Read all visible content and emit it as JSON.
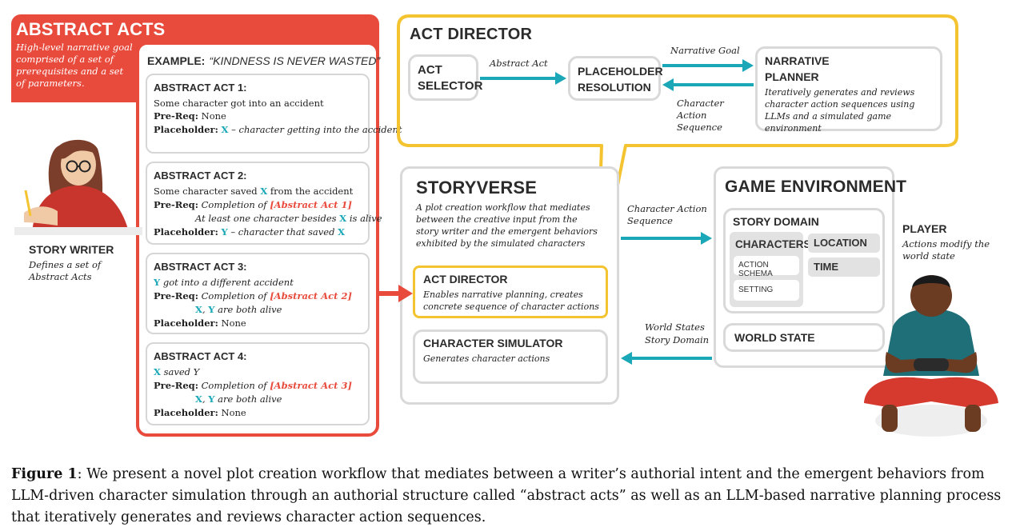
{
  "abstract_acts": {
    "title": "ABSTRACT ACTS",
    "description": "High-level narrative goal comprised of a set of prerequisites and a set of parameters.",
    "example_label": "EXAMPLE:",
    "example_value": "“KINDNESS IS NEVER WASTED”",
    "story_writer_label": "STORY WRITER",
    "story_writer_desc": "Defines a set of Abstract Acts",
    "acts": [
      {
        "title": "ABSTRACT ACT 1:",
        "line1_pre": "",
        "line1_var": "",
        "line1_post": "Some character got into an accident",
        "prereq_label": "Pre-Req:",
        "prereq_pre": "None",
        "prereq_ref": "",
        "prereq_post": "",
        "prereq2_var1": "",
        "prereq2_sep": "",
        "prereq2_var2": "",
        "prereq2_post": "",
        "placeholder_label": "Placeholder:",
        "placeholder_var": "X",
        "placeholder_text": " – character getting into the accident",
        "placeholder_var2": ""
      },
      {
        "title": "ABSTRACT ACT 2:",
        "line1_pre": "Some character saved ",
        "line1_var": "X",
        "line1_post": " from the accident",
        "prereq_label": "Pre-Req:",
        "prereq_pre": "Completion of ",
        "prereq_ref": "[Abstract Act 1]",
        "prereq_post": "",
        "prereq2_var1": "",
        "prereq2_sep": "At least one character besides ",
        "prereq2_var2": "X",
        "prereq2_post": " is alive",
        "placeholder_label": "Placeholder:",
        "placeholder_var": "Y",
        "placeholder_text": " – character that saved ",
        "placeholder_var2": "X"
      },
      {
        "title": "ABSTRACT ACT 3:",
        "line1_pre": "",
        "line1_var": "Y",
        "line1_post": " got into a different accident",
        "prereq_label": "Pre-Req:",
        "prereq_pre": "Completion of ",
        "prereq_ref": "[Abstract Act 2]",
        "prereq_post": "",
        "prereq2_var1": "X",
        "prereq2_sep": ", ",
        "prereq2_var2": "Y",
        "prereq2_post": " are both alive",
        "placeholder_label": "Placeholder:",
        "placeholder_var": "",
        "placeholder_text": "None",
        "placeholder_var2": ""
      },
      {
        "title": "ABSTRACT ACT 4:",
        "line1_pre": "",
        "line1_var": "X",
        "line1_post": " saved Y",
        "prereq_label": "Pre-Req:",
        "prereq_pre": "Completion of ",
        "prereq_ref": "[Abstract Act 3]",
        "prereq_post": "",
        "prereq2_var1": "X",
        "prereq2_sep": ", ",
        "prereq2_var2": "Y",
        "prereq2_post": " are both alive",
        "placeholder_label": "Placeholder:",
        "placeholder_var": "",
        "placeholder_text": "None",
        "placeholder_var2": ""
      }
    ]
  },
  "act_director_top": {
    "title": "ACT DIRECTOR",
    "act_selector": "ACT SELECTOR",
    "arrow_abstract_act": "Abstract Act",
    "placeholder_resolution": "PLACEHOLDER RESOLUTION",
    "arrow_narrative_goal": "Narrative Goal",
    "arrow_character_action_sequence": "Character Action Sequence",
    "narrative_planner_title": "NARRATIVE PLANNER",
    "narrative_planner_desc": "Iteratively generates and reviews character action sequences using LLMs and a simulated game environment"
  },
  "storyverse": {
    "title": "STORYVERSE",
    "desc": "A plot creation workflow that mediates between the creative input from the story writer and the emergent behaviors exhibited by the simulated characters",
    "act_director_title": "ACT DIRECTOR",
    "act_director_desc": "Enables narrative planning, creates concrete sequence of character actions",
    "character_simulator_title": "CHARACTER SIMULATOR",
    "character_simulator_desc": "Generates character actions"
  },
  "arrows": {
    "character_action_sequence": "Character Action Sequence",
    "world_states": "World States",
    "story_domain": "Story Domain"
  },
  "game_environment": {
    "title": "GAME ENVIRONMENT",
    "story_domain": "STORY DOMAIN",
    "characters": "CHARACTERS",
    "action_schema": "ACTION SCHEMA",
    "setting": "SETTING",
    "location": "LOCATION",
    "time": "TIME",
    "world_state": "WORLD STATE"
  },
  "player": {
    "label": "PLAYER",
    "desc": "Actions modify the world state"
  },
  "caption": {
    "label": "Figure 1",
    "text": ": We present a novel plot creation workflow that mediates between a writer’s authorial intent and the emergent behaviors from LLM-driven character simulation through an authorial structure called “abstract acts” as well as an LLM-based narrative planning process that iteratively generates and reviews character action sequences."
  },
  "colors": {
    "red": "#e84a3c",
    "yellow": "#f4c430",
    "cyan": "#1aa7b8",
    "grey": "#d9d9d9"
  }
}
